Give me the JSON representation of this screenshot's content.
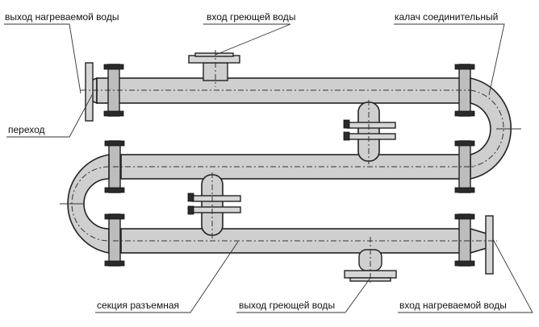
{
  "labels": {
    "heated_water_out": "выход нагреваемой воды",
    "heating_water_in": "вход греющей воды",
    "connecting_bend": "калач соединительный",
    "transition": "переход",
    "detachable_section": "секция разъемная",
    "heating_water_out": "выход греющей воды",
    "heated_water_in": "вход нагреваемой воды"
  },
  "colors": {
    "pipe_fill": "#cfcfcf",
    "outline": "#222222",
    "bolt": "#2a2a2a"
  }
}
